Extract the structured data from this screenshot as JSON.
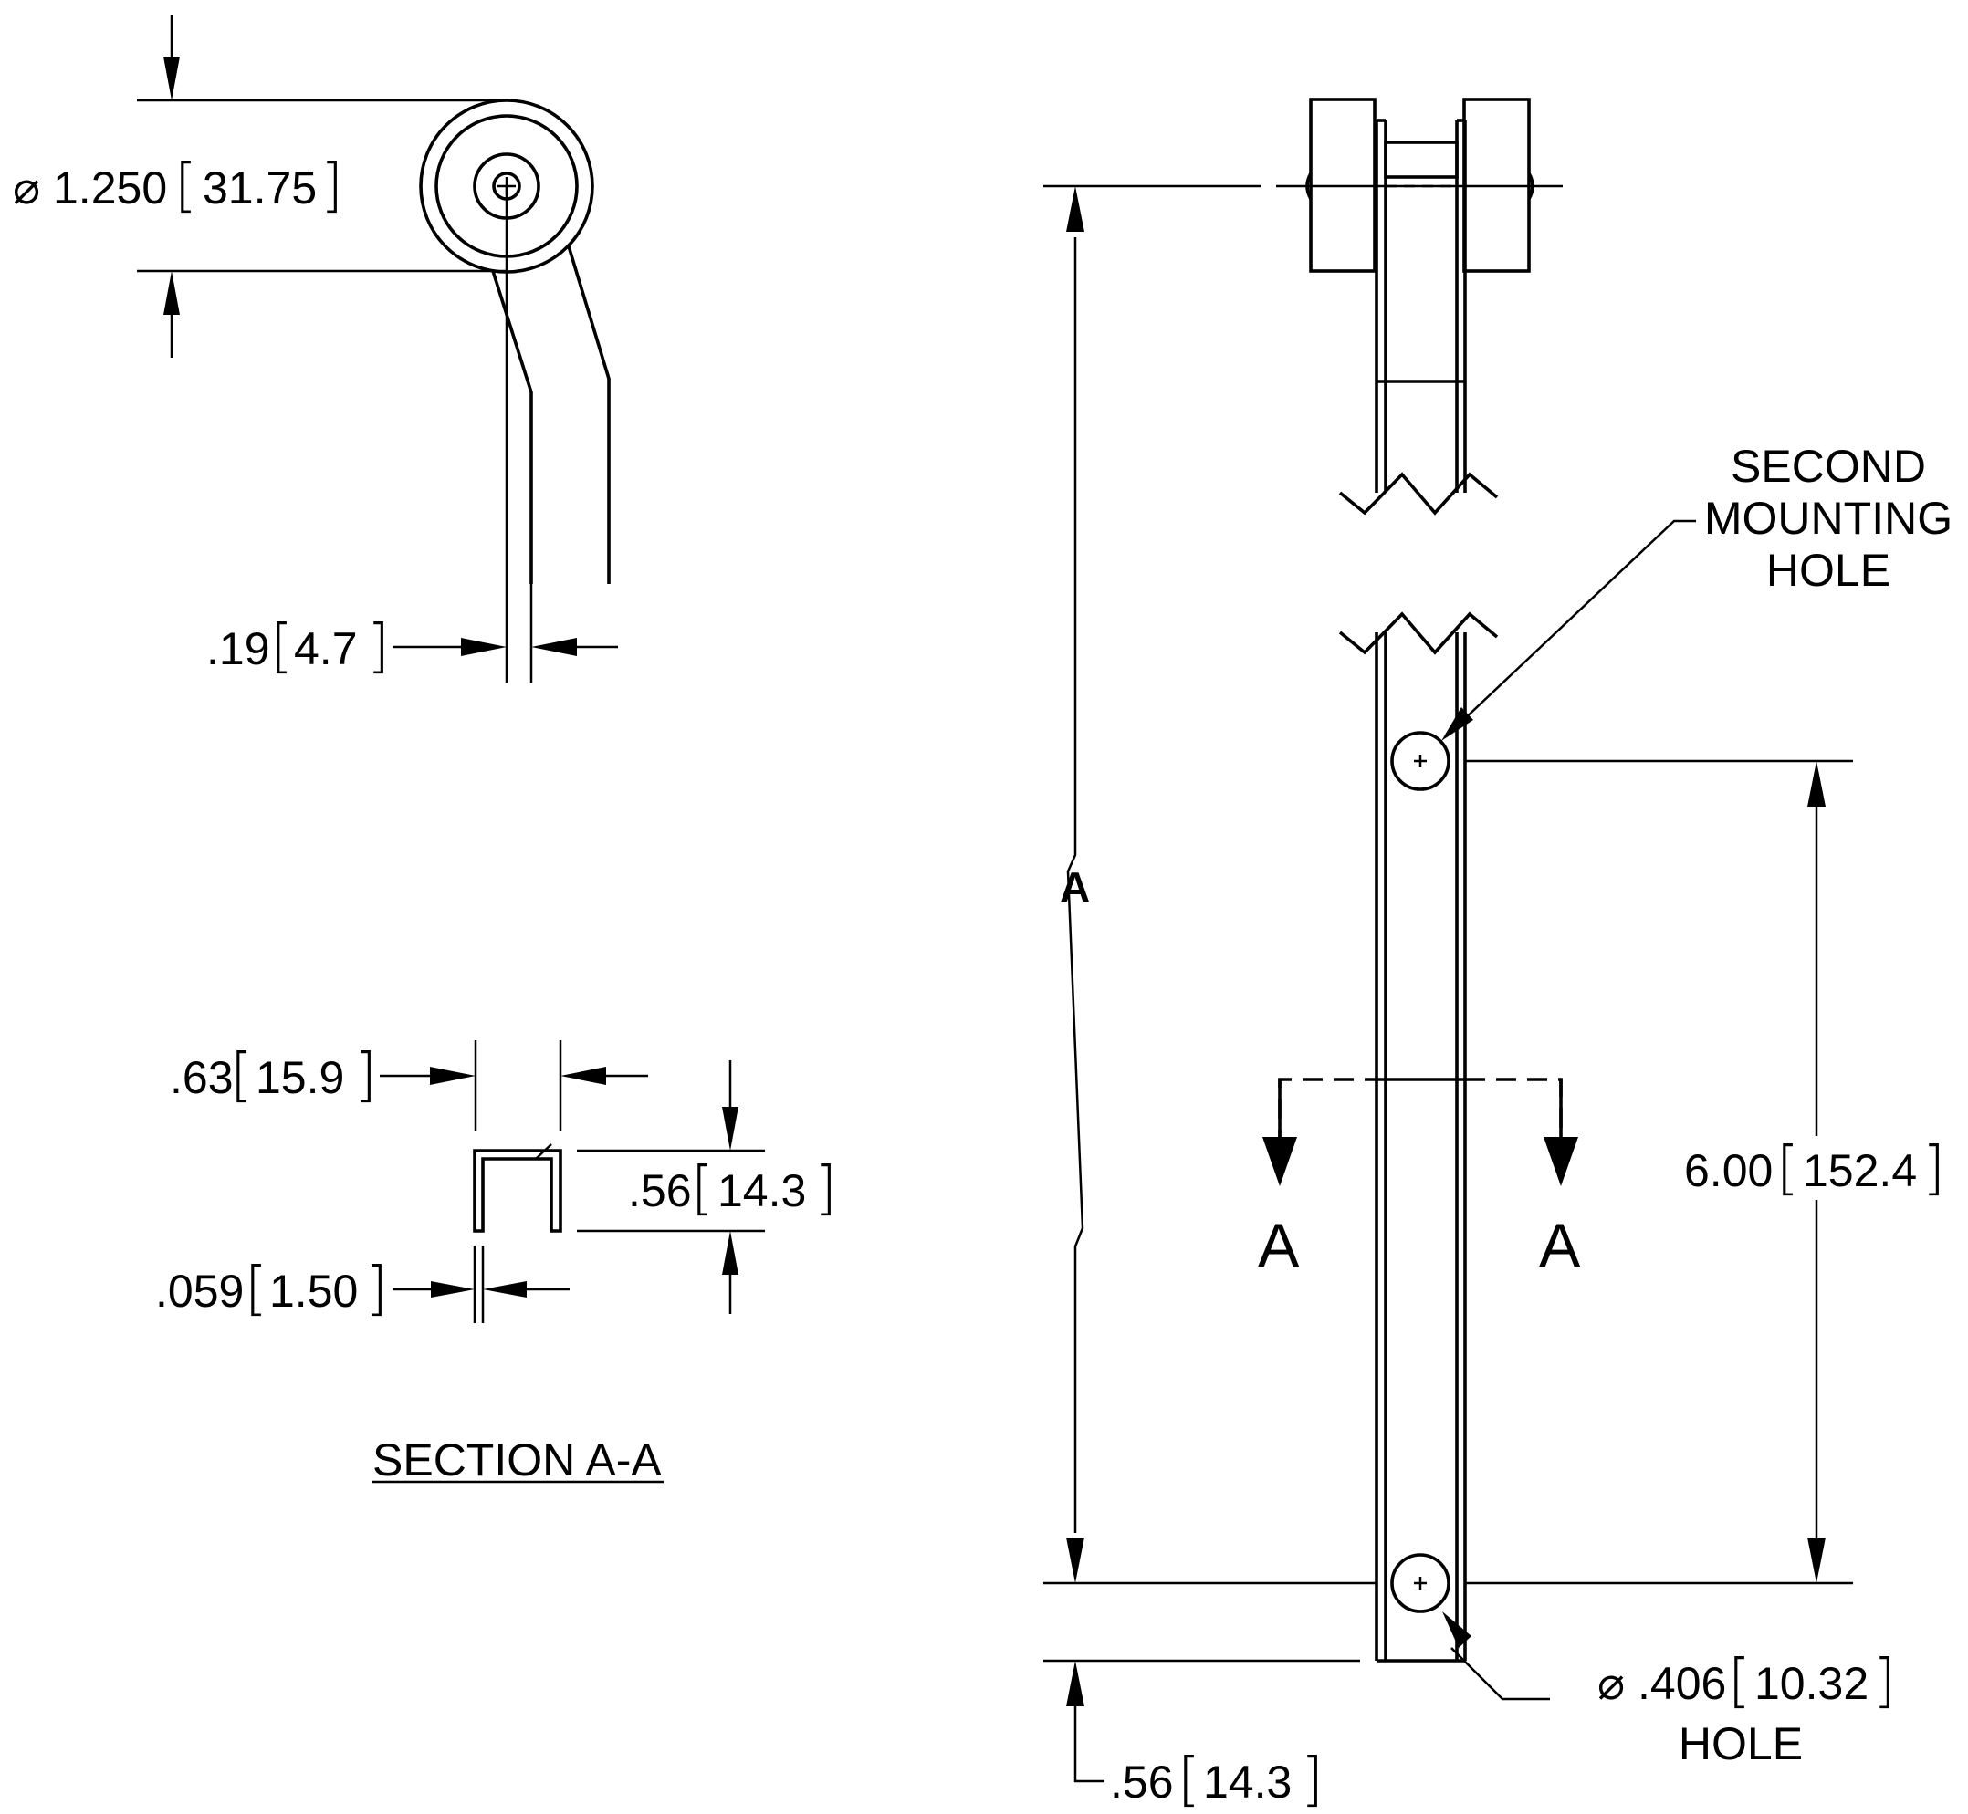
{
  "dimensions": {
    "roller_diameter": {
      "symbol": "⌀",
      "inch": "1.250",
      "mm": "31.75"
    },
    "arm_thickness": {
      "inch": ".19",
      "mm": "4.7"
    },
    "channel_width": {
      "inch": ".63",
      "mm": "15.9"
    },
    "channel_height": {
      "inch": ".56",
      "mm": "14.3"
    },
    "wall_thickness": {
      "inch": ".059",
      "mm": "1.50"
    },
    "hole_spacing": {
      "inch": "6.00",
      "mm": "152.4"
    },
    "end_offset": {
      "inch": ".56",
      "mm": "14.3"
    },
    "hole_diameter": {
      "symbol": "⌀",
      "inch": ".406",
      "mm": "10.32",
      "note": "HOLE"
    },
    "overall_length": "A"
  },
  "labels": {
    "section_title": "SECTION A-A",
    "section_marker": "A",
    "second_hole_line1": "SECOND",
    "second_hole_line2": "MOUNTING",
    "second_hole_line3": "HOLE"
  }
}
